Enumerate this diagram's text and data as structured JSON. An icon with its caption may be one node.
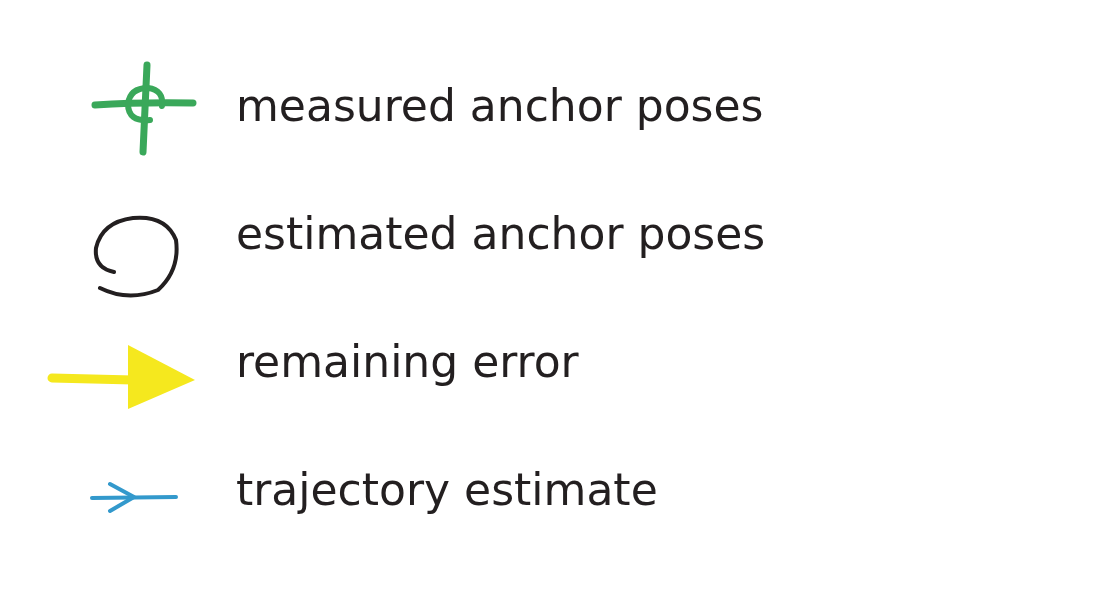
{
  "diagram": {
    "legend": [
      {
        "text": "measured anchor poses"
      },
      {
        "text": "estimated anchor poses"
      },
      {
        "text": "remaining error"
      },
      {
        "text": "trajectory estimate"
      }
    ]
  }
}
